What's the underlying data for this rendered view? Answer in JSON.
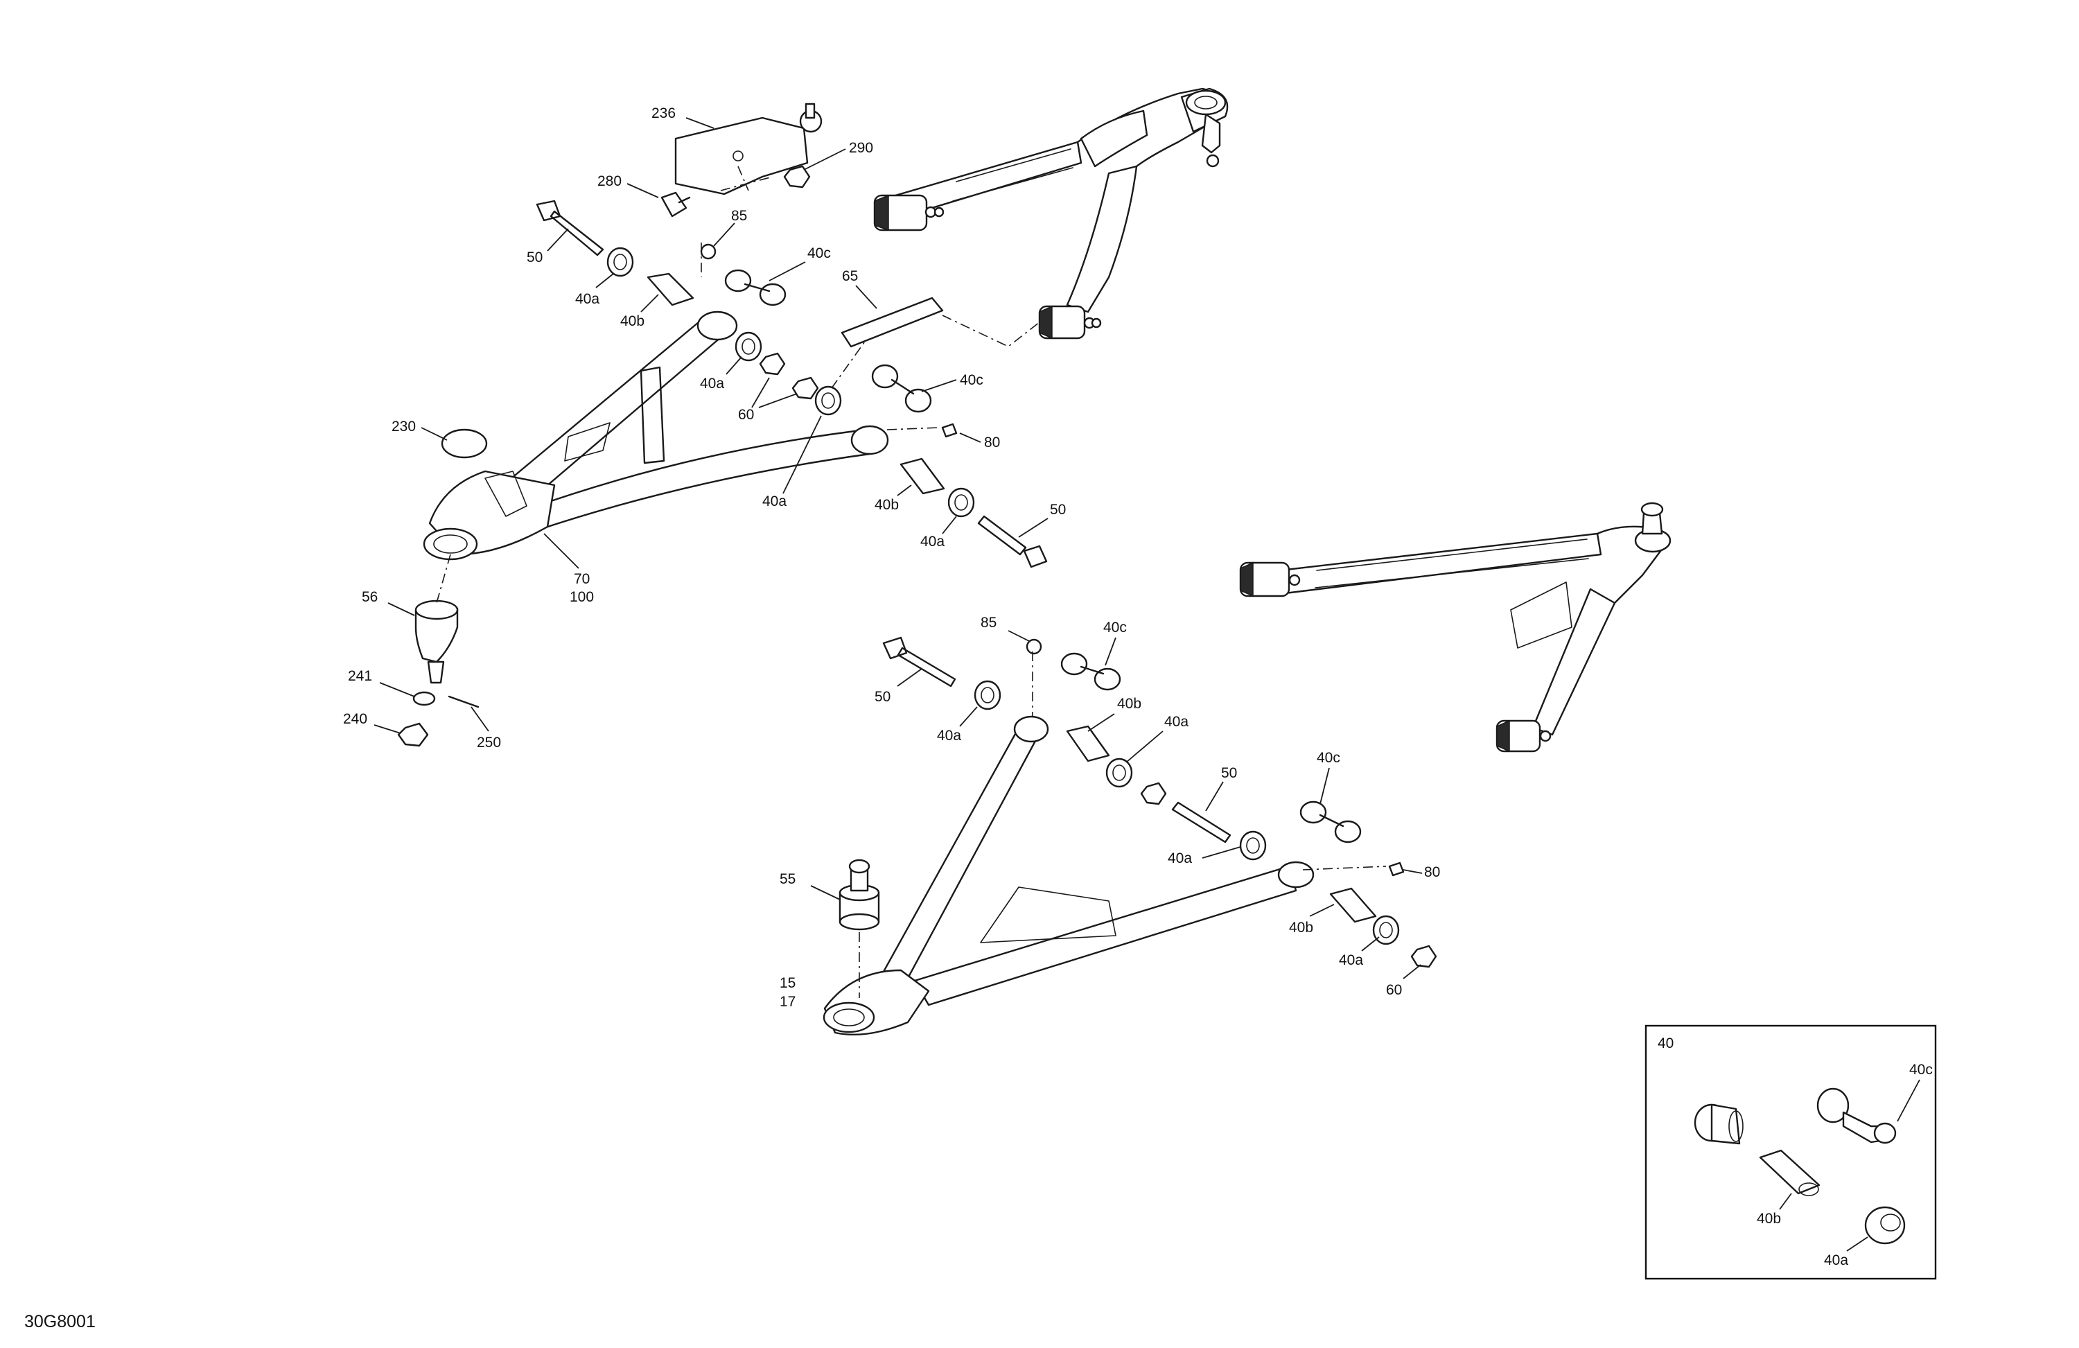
{
  "diagram_id": "30G8001",
  "inset": {
    "title": "40",
    "labels": [
      "40c",
      "40b",
      "40a"
    ]
  },
  "upper_left_labels": [
    "236",
    "290",
    "280",
    "85",
    "50",
    "40c",
    "40a",
    "40b",
    "65",
    "40c",
    "40a",
    "60",
    "230",
    "80",
    "40a",
    "40b",
    "50",
    "40a",
    "70",
    "100",
    "56",
    "241",
    "250",
    "240"
  ],
  "lower_labels": [
    "85",
    "40c",
    "50",
    "40b",
    "40a",
    "40a",
    "50",
    "40c",
    "55",
    "40a",
    "80",
    "40b",
    "40a",
    "15",
    "17",
    "60"
  ],
  "colors": {
    "line": "#1a1a1a",
    "background": "#ffffff"
  }
}
